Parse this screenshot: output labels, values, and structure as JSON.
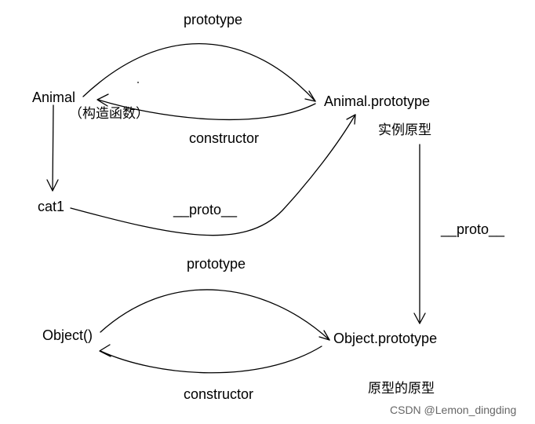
{
  "labels": {
    "prototype_top": "prototype",
    "animal": "Animal",
    "animal_note": "（构造函数）",
    "animal_prototype": "Animal.prototype",
    "instance_prototype": "实例原型",
    "constructor_top": "constructor",
    "cat1": "cat1",
    "proto_cat": "__proto__",
    "proto_right": "__proto__",
    "prototype_bottom": "prototype",
    "object": "Object()",
    "object_prototype": "Object.prototype",
    "constructor_bottom": "constructor",
    "prototype_of_prototype": "原型的原型"
  },
  "watermark": "CSDN @Lemon_dingding",
  "colors": {
    "ink": "#000000",
    "background": "#ffffff",
    "watermark": "#666666"
  }
}
